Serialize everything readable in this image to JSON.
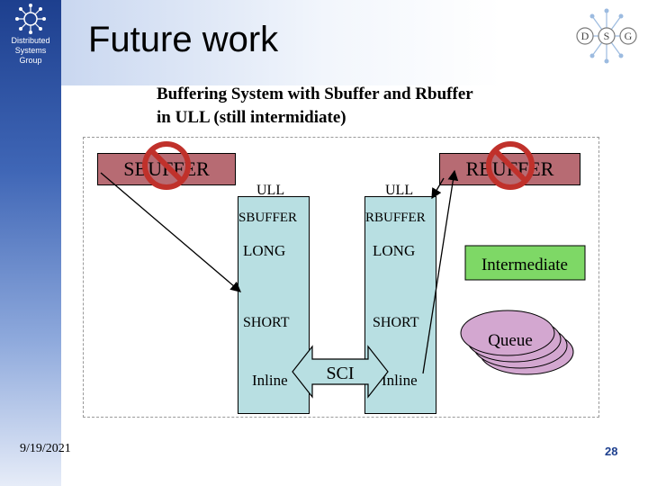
{
  "header": {
    "title": "Future work",
    "brand_lines": [
      "Distributed",
      "Systems",
      "Group"
    ],
    "dsg_letters": [
      "D",
      "S",
      "G"
    ]
  },
  "subtitle": {
    "line1": "Buffering System with Sbuffer and Rbuffer",
    "line2": "in ULL (still intermidiate)"
  },
  "diagram": {
    "sbuffer_box": "SBUFFER",
    "rbuffer_box": "RBUFFER",
    "left_column": {
      "heading": "ULL",
      "label": "SBUFFER",
      "rows": [
        "LONG",
        "SHORT",
        "Inline"
      ]
    },
    "right_column": {
      "heading": "ULL",
      "label": "RBUFFER",
      "rows": [
        "LONG",
        "SHORT",
        "Inline"
      ]
    },
    "sci_label": "SCI",
    "intermediate_label": "Intermediate",
    "queue_label": "Queue"
  },
  "colors": {
    "sidebar": "#1d3f8e",
    "box_fill": "#b76b73",
    "buffer_fill": "#b8dfe2",
    "prohibit_red": "#c0312b",
    "queue_fill": "#d3a7d0",
    "intermediate_fill": "#7ed866",
    "page_number": "#1d3f8e"
  },
  "icons": [
    "dsg-network-logo",
    "prohibit-sign-icon"
  ],
  "footer": {
    "date": "9/19/2021",
    "page_number": "28"
  }
}
